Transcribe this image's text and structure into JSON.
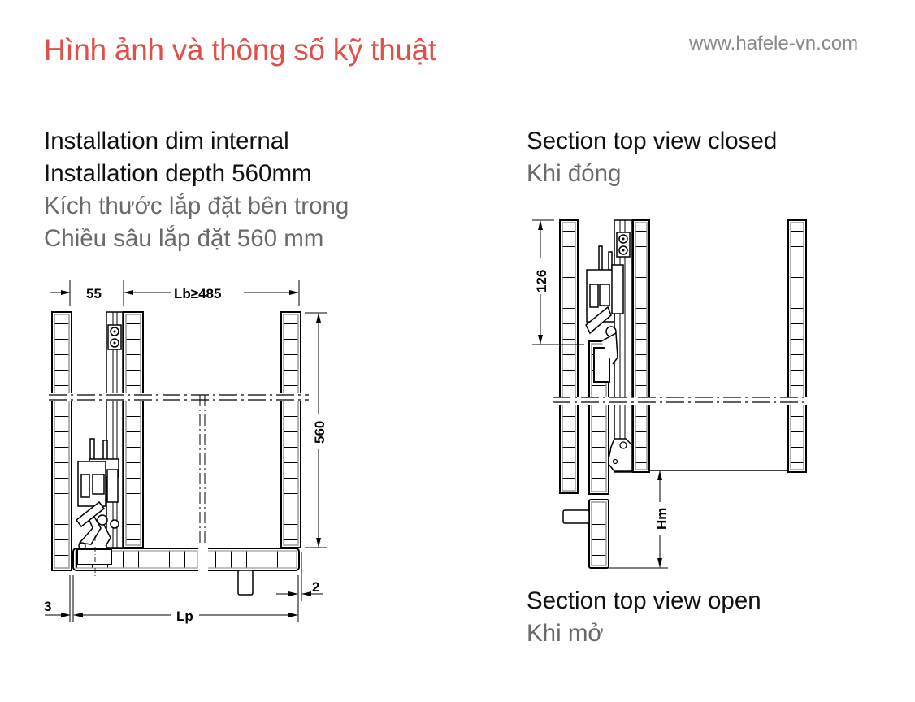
{
  "header": {
    "title": "Hình ảnh và thông số kỹ thuật",
    "website": "www.hafele-vn.com",
    "title_color": "#e0504a",
    "website_color": "#8a8a8a"
  },
  "left_panel": {
    "caption": {
      "en_line1": "Installation dim internal",
      "en_line2": "Installation depth 560mm",
      "vi_line1": "Kích thước lắp đặt bên trong",
      "vi_line2": "Chiều sâu lắp đặt 560 mm"
    },
    "dimensions": {
      "side_gap": "55",
      "inner_width": "Lb≥485",
      "depth": "560",
      "front_offset_left": "3",
      "front_offset_right": "2",
      "front_width": "Lp"
    }
  },
  "right_panel": {
    "closed_caption": {
      "en": "Section top view closed",
      "vi": "Khi đóng"
    },
    "open_caption": {
      "en": "Section top view open",
      "vi": "Khi mở"
    },
    "dimensions": {
      "mechanism_length": "126",
      "opening_distance": "Hm"
    }
  },
  "colors": {
    "line": "#000000",
    "panel_fill": "#ffffff",
    "panel_edge_grey": "#9a9a9a",
    "caption_en": "#111111",
    "caption_vi": "#6a6a6a"
  }
}
